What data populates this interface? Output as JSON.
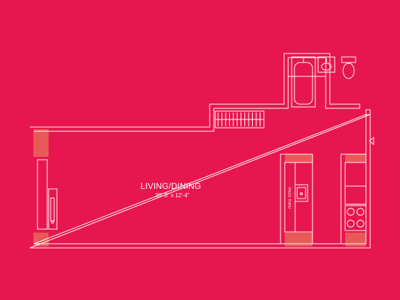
{
  "colors": {
    "background": "#e8164f",
    "wall": "#ffffff",
    "fill_accent": "#e9595a"
  },
  "rooms": {
    "living": {
      "name": "LIVING/DINING",
      "dimensions": "26'-3\" x 12'-4\""
    }
  },
  "labels": {
    "pass_thru": "PASS THRU"
  },
  "icons": [
    "bathtub-icon",
    "sink-icon",
    "toilet-icon",
    "kitchen-sink-icon",
    "stove-icon",
    "radiator-icon",
    "window-icon",
    "door-arrow-icon"
  ]
}
